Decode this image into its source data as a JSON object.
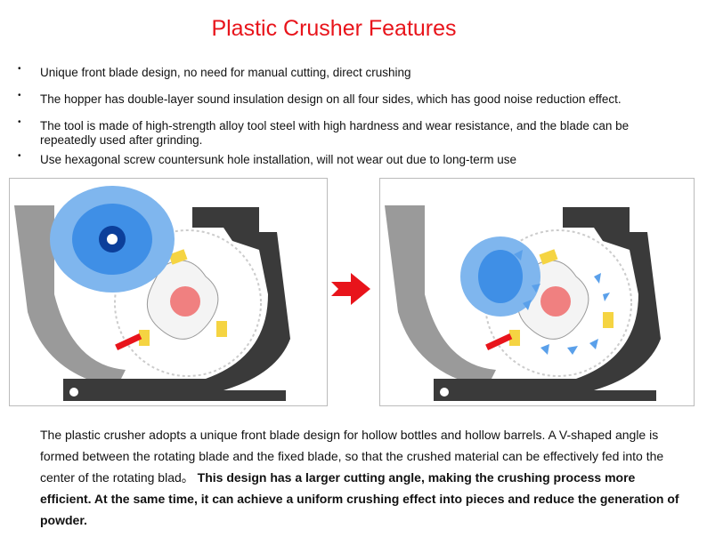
{
  "title": "Plastic Crusher Features",
  "features": [
    "Unique front blade design, no need for manual cutting, direct crushing",
    "The hopper has double-layer sound insulation design on all four sides, which has good noise reduction effect.",
    "The tool is made of high-strength alloy tool steel with high hardness and wear resistance, and the blade can be repeatedly used after grinding.",
    "Use hexagonal screw countersunk hole installation, will not wear out due to long-term use"
  ],
  "bullet": "•",
  "description": {
    "part1": "The plastic crusher adopts a unique front blade design for hollow bottles and hollow barrels. A V-shaped angle is formed between the rotating blade and the fixed blade, so that the crushed material can be effectively fed into the center of the rotating blad。",
    "part2": "This design has a larger cutting angle, making the crushing process more efficient. At the same time, it can achieve a uniform crushing effect into pieces and reduce the generation of powder."
  },
  "colors": {
    "title": "#e8141b",
    "arrow": "#e8141b",
    "rotor_center": "#f08080",
    "blade": "#f5d442",
    "blue": "#2a7ee0"
  }
}
